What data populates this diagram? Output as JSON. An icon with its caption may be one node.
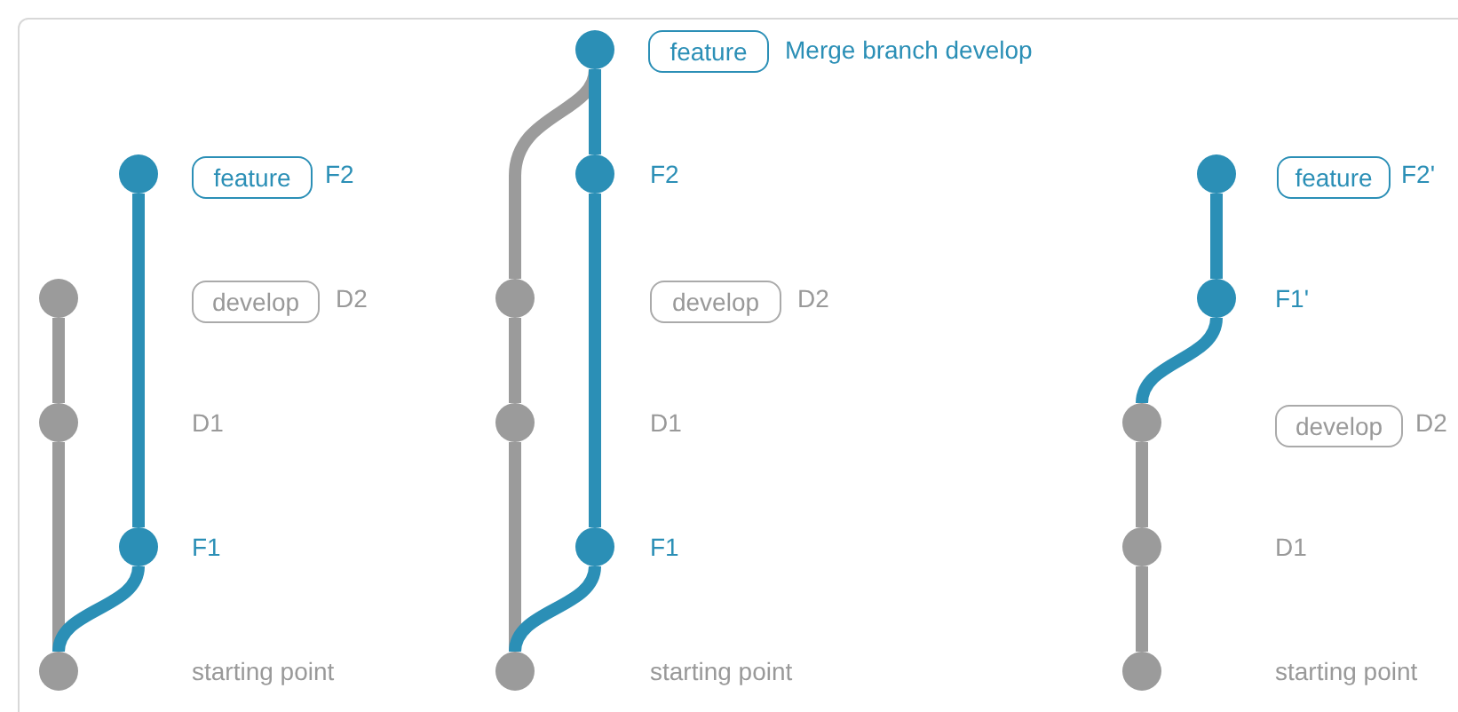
{
  "diagram": {
    "nodes": [
      {
        "text": [],
        "shape": "circle"
      },
      {
        "text": [
          "feature"
        ]
      },
      {
        "text": [],
        "shape": "circle"
      },
      {
        "text": [
          "develop"
        ]
      },
      {
        "text": [],
        "shape": "circle"
      },
      {
        "text": [],
        "shape": "circle"
      },
      {
        "text": [],
        "shape": "circle"
      },
      {
        "text": [],
        "shape": "circle"
      },
      {
        "text": [
          "feature"
        ]
      },
      {
        "text": [],
        "shape": "circle"
      },
      {
        "text": [],
        "shape": "circle"
      },
      {
        "text": [
          "develop"
        ]
      },
      {
        "text": [],
        "shape": "circle"
      },
      {
        "text": [],
        "shape": "circle"
      },
      {
        "text": [],
        "shape": "circle"
      },
      {
        "text": [],
        "shape": "circle"
      },
      {
        "text": [
          "feature"
        ]
      },
      {
        "text": [],
        "shape": "circle"
      },
      {
        "text": [],
        "shape": "circle"
      },
      {
        "text": [
          "develop"
        ]
      },
      {
        "text": [],
        "shape": "circle"
      },
      {
        "text": [],
        "shape": "circle"
      }
    ],
    "edges": [
      {
        "from": 6,
        "to": 4,
        "arrow": "none",
        "color": "#9b9b9b"
      },
      {
        "from": 4,
        "to": 2,
        "arrow": "none",
        "color": "#9b9b9b"
      },
      {
        "from": 6,
        "to": 5,
        "arrow": "none",
        "color": "#2b8fb6"
      },
      {
        "from": 5,
        "to": 0,
        "arrow": "none",
        "color": "#2b8fb6"
      },
      {
        "from": 14,
        "to": 12,
        "arrow": "none",
        "color": "#9b9b9b"
      },
      {
        "from": 12,
        "to": 10,
        "arrow": "none",
        "color": "#9b9b9b"
      },
      {
        "from": 10,
        "to": 7,
        "arrow": "none",
        "color": "#9b9b9b"
      },
      {
        "from": 14,
        "to": 13,
        "arrow": "none",
        "color": "#2b8fb6"
      },
      {
        "from": 13,
        "to": 9,
        "arrow": "none",
        "color": "#2b8fb6"
      },
      {
        "from": 9,
        "to": 7,
        "arrow": "none",
        "color": "#2b8fb6"
      },
      {
        "from": 21,
        "to": 20,
        "arrow": "none",
        "color": "#9b9b9b"
      },
      {
        "from": 20,
        "to": 18,
        "arrow": "none",
        "color": "#9b9b9b"
      },
      {
        "from": 18,
        "to": 17,
        "arrow": "none",
        "color": "#2b8fb6"
      },
      {
        "from": 17,
        "to": 15,
        "arrow": "none",
        "color": "#2b8fb6"
      }
    ],
    "labels": [
      "Merge branch develop",
      "F2",
      "F2",
      "F2'",
      "D2",
      "D2",
      "F1'",
      "D1",
      "D1",
      "D2",
      "F1",
      "F1",
      "D1",
      "starting point",
      "starting point",
      "starting point"
    ]
  }
}
